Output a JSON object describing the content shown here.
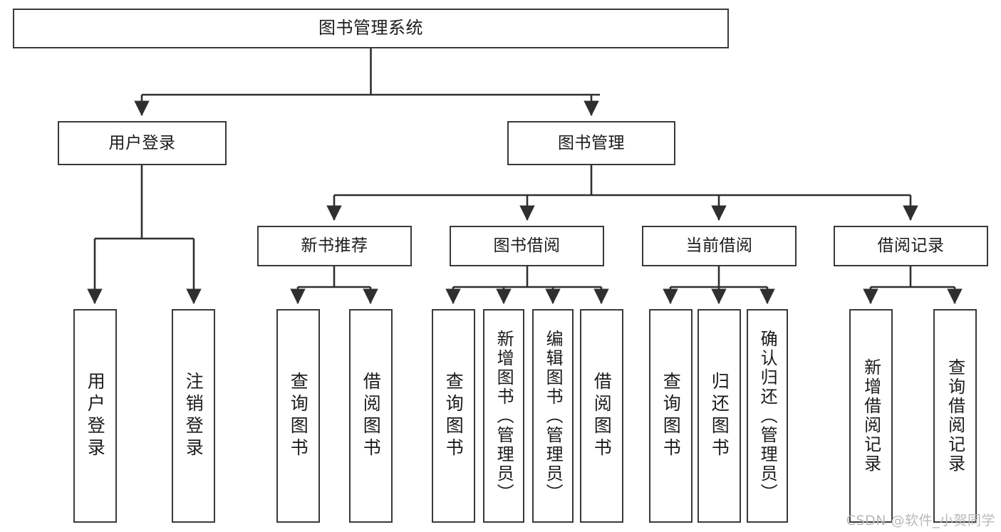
{
  "diagram": {
    "type": "tree-hierarchy-flowchart",
    "title": "图书管理系统",
    "orientation": "top-down",
    "edge_style": "orthogonal-arrow",
    "colors": {
      "box_border": "#3a3a3a",
      "box_fill": "#ffffff",
      "edge": "#2f2f2f",
      "text": "#1b1b1b",
      "watermark": "#b9b9b9",
      "background": "#ffffff"
    }
  },
  "root": {
    "label": "图书管理系统"
  },
  "level2": [
    {
      "label": "用户登录"
    },
    {
      "label": "图书管理"
    }
  ],
  "level3": [
    {
      "label": "新书推荐"
    },
    {
      "label": "图书借阅"
    },
    {
      "label": "当前借阅"
    },
    {
      "label": "借阅记录"
    }
  ],
  "leaves": {
    "user_login": [
      {
        "label": "用户登录"
      },
      {
        "label": "注销登录"
      }
    ],
    "new_book_recommend": [
      {
        "label": "查询图书"
      },
      {
        "label": "借阅图书"
      }
    ],
    "book_borrow": [
      {
        "label": "查询图书"
      },
      {
        "label": "新增图书（管理员）"
      },
      {
        "label": "编辑图书（管理员）"
      },
      {
        "label": "借阅图书"
      }
    ],
    "current_borrow": [
      {
        "label": "查询图书"
      },
      {
        "label": "归还图书"
      },
      {
        "label": "确认归还（管理员）"
      }
    ],
    "borrow_record": [
      {
        "label": "新增借阅记录"
      },
      {
        "label": "查询借阅记录"
      }
    ]
  },
  "watermark": {
    "text": "CSDN @软件_小贺同学"
  }
}
